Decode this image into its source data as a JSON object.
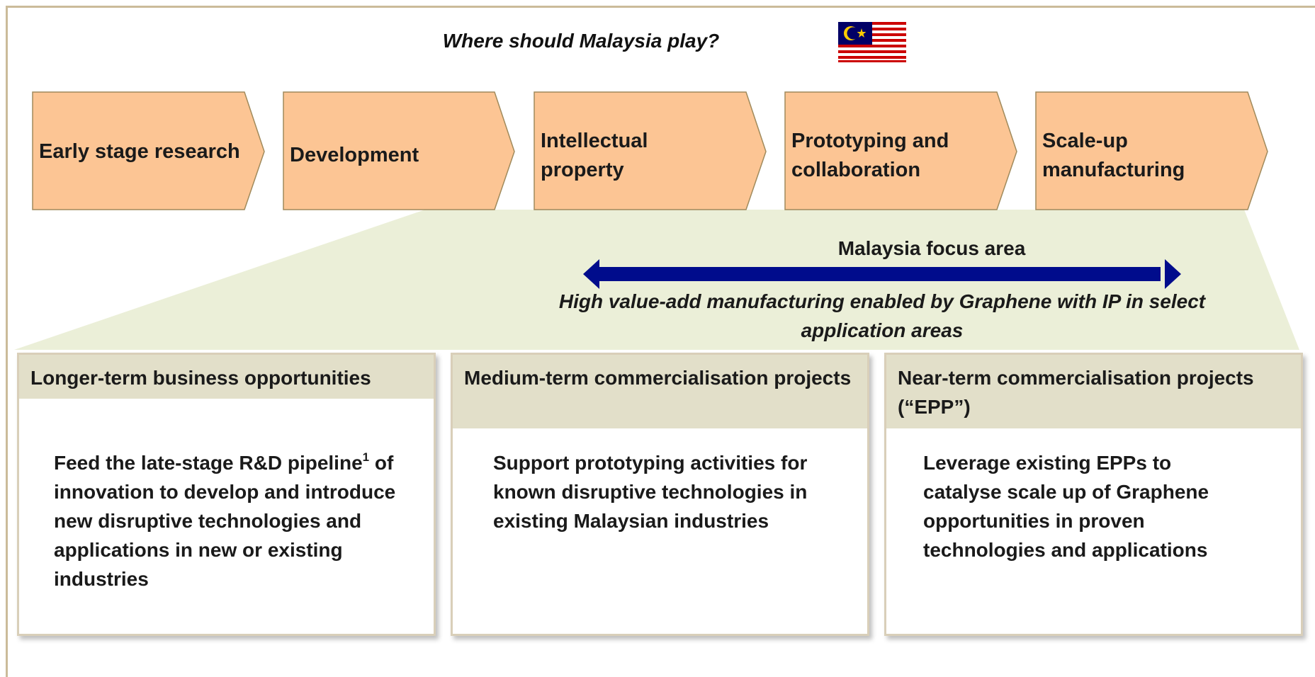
{
  "header": {
    "title": "Where should Malaysia play?"
  },
  "flag": {
    "icon": "malaysia-flag-icon",
    "colors": {
      "red": "#cc0000",
      "blue": "#010066",
      "yellow": "#ffcc00"
    }
  },
  "stages": [
    {
      "label": "Early stage research"
    },
    {
      "label": "Development"
    },
    {
      "label": "Intellectual property"
    },
    {
      "label": "Prototyping and collaboration"
    },
    {
      "label": "Scale-up manufacturing"
    }
  ],
  "focus": {
    "title": "Malaysia focus area",
    "subtitle": "High value-add manufacturing enabled by Graphene with IP in select application areas",
    "arrow_color": "#000c8c"
  },
  "boxes": [
    {
      "heading": "Longer-term business opportunities",
      "body": "Feed the late-stage R&D pipeline",
      "footnote": "1",
      "body_rest": "of innovation to develop and introduce new disruptive technologies and applications in new or existing industries"
    },
    {
      "heading": "Medium-term commercialisation projects",
      "body": "Support prototyping activities for known disruptive technologies in existing Malaysian industries"
    },
    {
      "heading": "Near-term commercialisation projects (“EPP”)",
      "body": "Leverage existing EPPs to catalyse scale up of Graphene opportunities in proven technologies and applications"
    }
  ],
  "colors": {
    "chevron_fill": "#fcc594",
    "chevron_stroke": "#a08a5c",
    "funnel_fill": "#ebefd8",
    "box_head": "#e2dfc9",
    "frame": "#cbbb9a"
  }
}
